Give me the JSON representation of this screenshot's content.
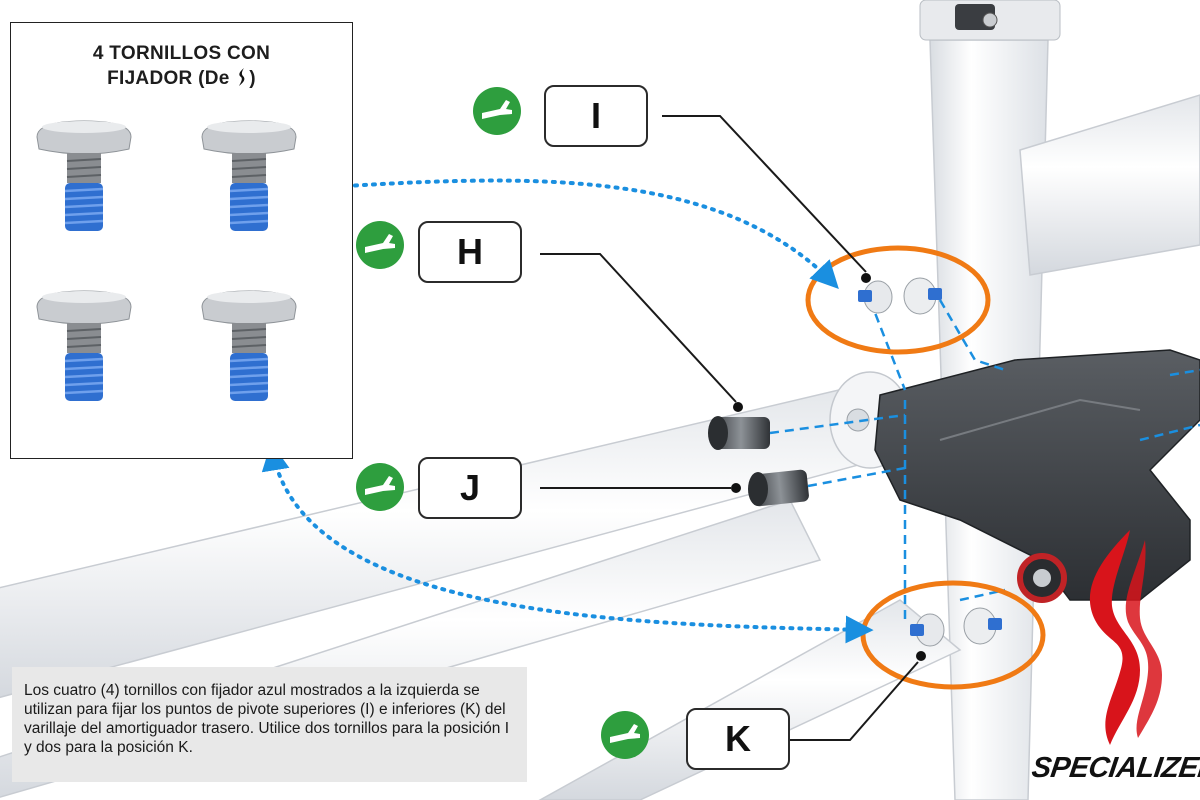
{
  "inset": {
    "title_line1": "4 TORNILLOS CON",
    "title_line2": "FIJADOR (De",
    "title_suffix": ")",
    "title_logo_icon": "specialized-s-logo-icon"
  },
  "labels": {
    "i": "I",
    "h": "H",
    "j": "J",
    "k": "K"
  },
  "icons": {
    "tool": "hex-wrench-icon",
    "screw": "threadlocker-screw-icon",
    "brand_logo": "specialized-s-logo-icon"
  },
  "colors": {
    "arrow_blue": "#1a8fe0",
    "highlight_orange": "#f07a14",
    "tool_green": "#2e9e3e",
    "threadlock_blue": "#2f6fd0",
    "brand_red": "#d8141b"
  },
  "caption": {
    "text": "Los cuatro (4) tornillos con fijador azul mostrados a la izquierda se utilizan para fijar los puntos de pivote superiores (I) e inferiores (K) del varillaje del amortiguador trasero. Utilice dos tornillos para la posición I y dos para la posición K."
  },
  "brand": {
    "wordmark": "SPECIALIZED",
    "registered": "®"
  }
}
